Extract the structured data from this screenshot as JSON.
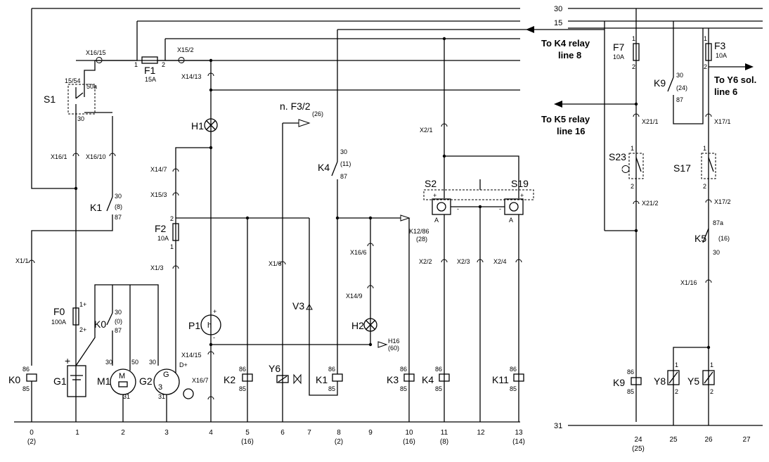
{
  "buses": {
    "b30": "30",
    "b15": "15",
    "b31": "31"
  },
  "callouts": {
    "k4": [
      "To K4 relay",
      "line 8"
    ],
    "k5": [
      "To K5 relay",
      "line 16"
    ],
    "y6": [
      "To Y6 sol.",
      "line 6"
    ]
  },
  "components": {
    "S1": "S1",
    "F1": "F1",
    "F1r": "15A",
    "H1": "H1",
    "F2": "F2",
    "F2r": "10A",
    "F0": "F0",
    "F0r": "100A",
    "K0": "K0",
    "G1": "G1",
    "M1": "M1",
    "G2": "G2",
    "P1": "P1",
    "K2": "K2",
    "Y6": "Y6",
    "K1": "K1",
    "V3": "V3",
    "H2": "H2",
    "K3": "K3",
    "K4": "K4",
    "K11": "K11",
    "S2": "S2",
    "S19": "S19",
    "F7": "F7",
    "F7r": "10A",
    "F3": "F3",
    "F3r": "10A",
    "K9": "K9",
    "S23": "S23",
    "S17": "S17",
    "K5": "K5",
    "Y8": "Y8",
    "Y5": "Y5"
  },
  "connectors": {
    "x16_15": "X16/15",
    "x15_2": "X15/2",
    "x14_13": "X14/13",
    "x16_1": "X16/1",
    "x16_10": "X16/10",
    "x14_7": "X14/7",
    "x15_3": "X15/3",
    "x1_1": "X1/1",
    "x1_3": "X1/3",
    "x1_6": "X1/6",
    "x14_15": "X14/15",
    "x16_7": "X16/7",
    "x16_6": "X16/6",
    "x14_9": "X14/9",
    "x2_1": "X2/1",
    "x2_2": "X2/2",
    "x2_3": "X2/3",
    "x2_4": "X2/4",
    "x21_1": "X21/1",
    "x21_2": "X21/2",
    "x17_1": "X17/1",
    "x17_2": "X17/2",
    "x1_16": "X1/16"
  },
  "refs": {
    "f3_2": "n. F3/2",
    "f3_2n": "(26)",
    "k1_8": "(8)",
    "k0_0": "(0)",
    "k4_11": "(11)",
    "k9_24": "(24)",
    "k5_16": "(16)",
    "k12": "K12/86",
    "k12n": "(28)",
    "h16": "H16",
    "h16n": "(60)"
  },
  "pins": {
    "p30": "30",
    "p87": "87",
    "p87a": "87a",
    "p86": "86",
    "p85": "85",
    "p50": "50",
    "p31": "31",
    "pD": "D+",
    "p15_54": "15/54",
    "p50a": "50a",
    "p1": "1",
    "p2": "2",
    "pA": "A",
    "p1p": "1+",
    "p2p": "2+",
    "plus": "+",
    "minus": "-"
  },
  "line_numbers": [
    {
      "n": "0",
      "ref": "(2)"
    },
    {
      "n": "1",
      "ref": ""
    },
    {
      "n": "2",
      "ref": ""
    },
    {
      "n": "3",
      "ref": ""
    },
    {
      "n": "4",
      "ref": ""
    },
    {
      "n": "5",
      "ref": "(16)"
    },
    {
      "n": "6",
      "ref": ""
    },
    {
      "n": "7",
      "ref": ""
    },
    {
      "n": "8",
      "ref": "(2)"
    },
    {
      "n": "9",
      "ref": ""
    },
    {
      "n": "10",
      "ref": "(16)"
    },
    {
      "n": "11",
      "ref": "(8)"
    },
    {
      "n": "12",
      "ref": ""
    },
    {
      "n": "13",
      "ref": "(14)"
    },
    {
      "n": "24",
      "ref": "(25)"
    },
    {
      "n": "25",
      "ref": ""
    },
    {
      "n": "26",
      "ref": ""
    },
    {
      "n": "27",
      "ref": ""
    }
  ]
}
